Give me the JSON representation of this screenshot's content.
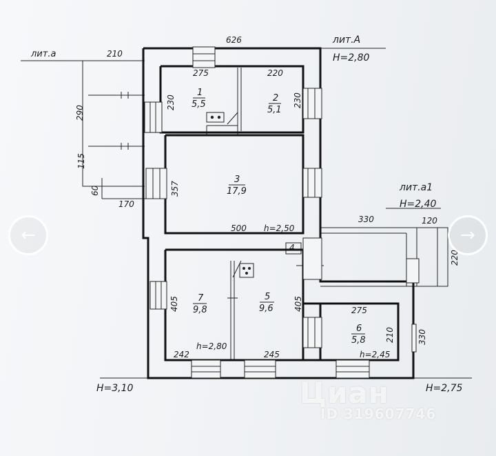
{
  "plan": {
    "literas": {
      "main": "лит.А",
      "small_a": "лит.а",
      "a1": "лит.а1"
    },
    "heights": {
      "main": "H=2,80",
      "a1": "H=2,40",
      "left_bottom": "H=3,10",
      "right_bottom": "H=2,75"
    },
    "dimensions": {
      "top_total": "626",
      "lit_a_width": "210",
      "lit_a_h1": "290",
      "lit_a_h2": "115",
      "lit_a_h3": "60",
      "lit_a_bottom": "170",
      "room1_width": "275",
      "room2_width": "220",
      "room1_height": "230",
      "room2_height": "230",
      "room3_height": "357",
      "room3_width": "500",
      "a1_width": "330",
      "a1_small": "120",
      "a1_height": "220",
      "room7_height": "405",
      "room5_height": "405",
      "room7_width": "242",
      "room5_width": "245",
      "room6_width": "275",
      "room6_height": "210",
      "right_height": "330"
    },
    "rooms": [
      {
        "number": "1",
        "area": "5,5"
      },
      {
        "number": "2",
        "area": "5,1"
      },
      {
        "number": "3",
        "area": "17,9"
      },
      {
        "number": "4",
        "area": ""
      },
      {
        "number": "5",
        "area": "9,6"
      },
      {
        "number": "6",
        "area": "5,8"
      },
      {
        "number": "7",
        "area": "9,8"
      }
    ],
    "ceiling_heights": {
      "room3": "h=2,50",
      "room7": "h=2,80",
      "room6": "h=2,45"
    }
  },
  "watermark": {
    "logo": "Циан",
    "id": "ID 319607746"
  },
  "navigation": {
    "prev": "←",
    "next": "→"
  }
}
